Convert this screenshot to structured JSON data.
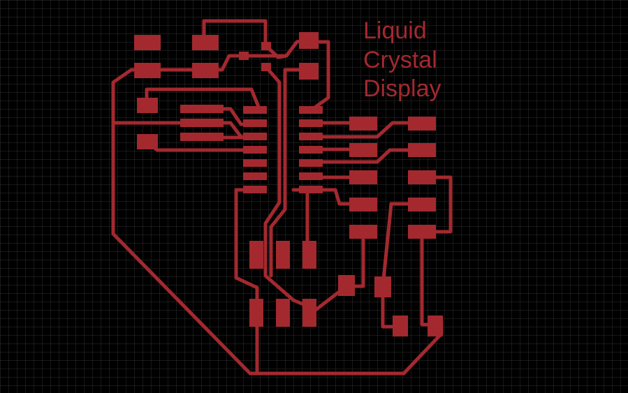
{
  "board": {
    "background_color": "#000000",
    "grid_color": "#2f2f2f",
    "copper_color": "#a3292f",
    "title_lines": [
      "Liquid",
      "Crystal",
      "Display"
    ]
  }
}
